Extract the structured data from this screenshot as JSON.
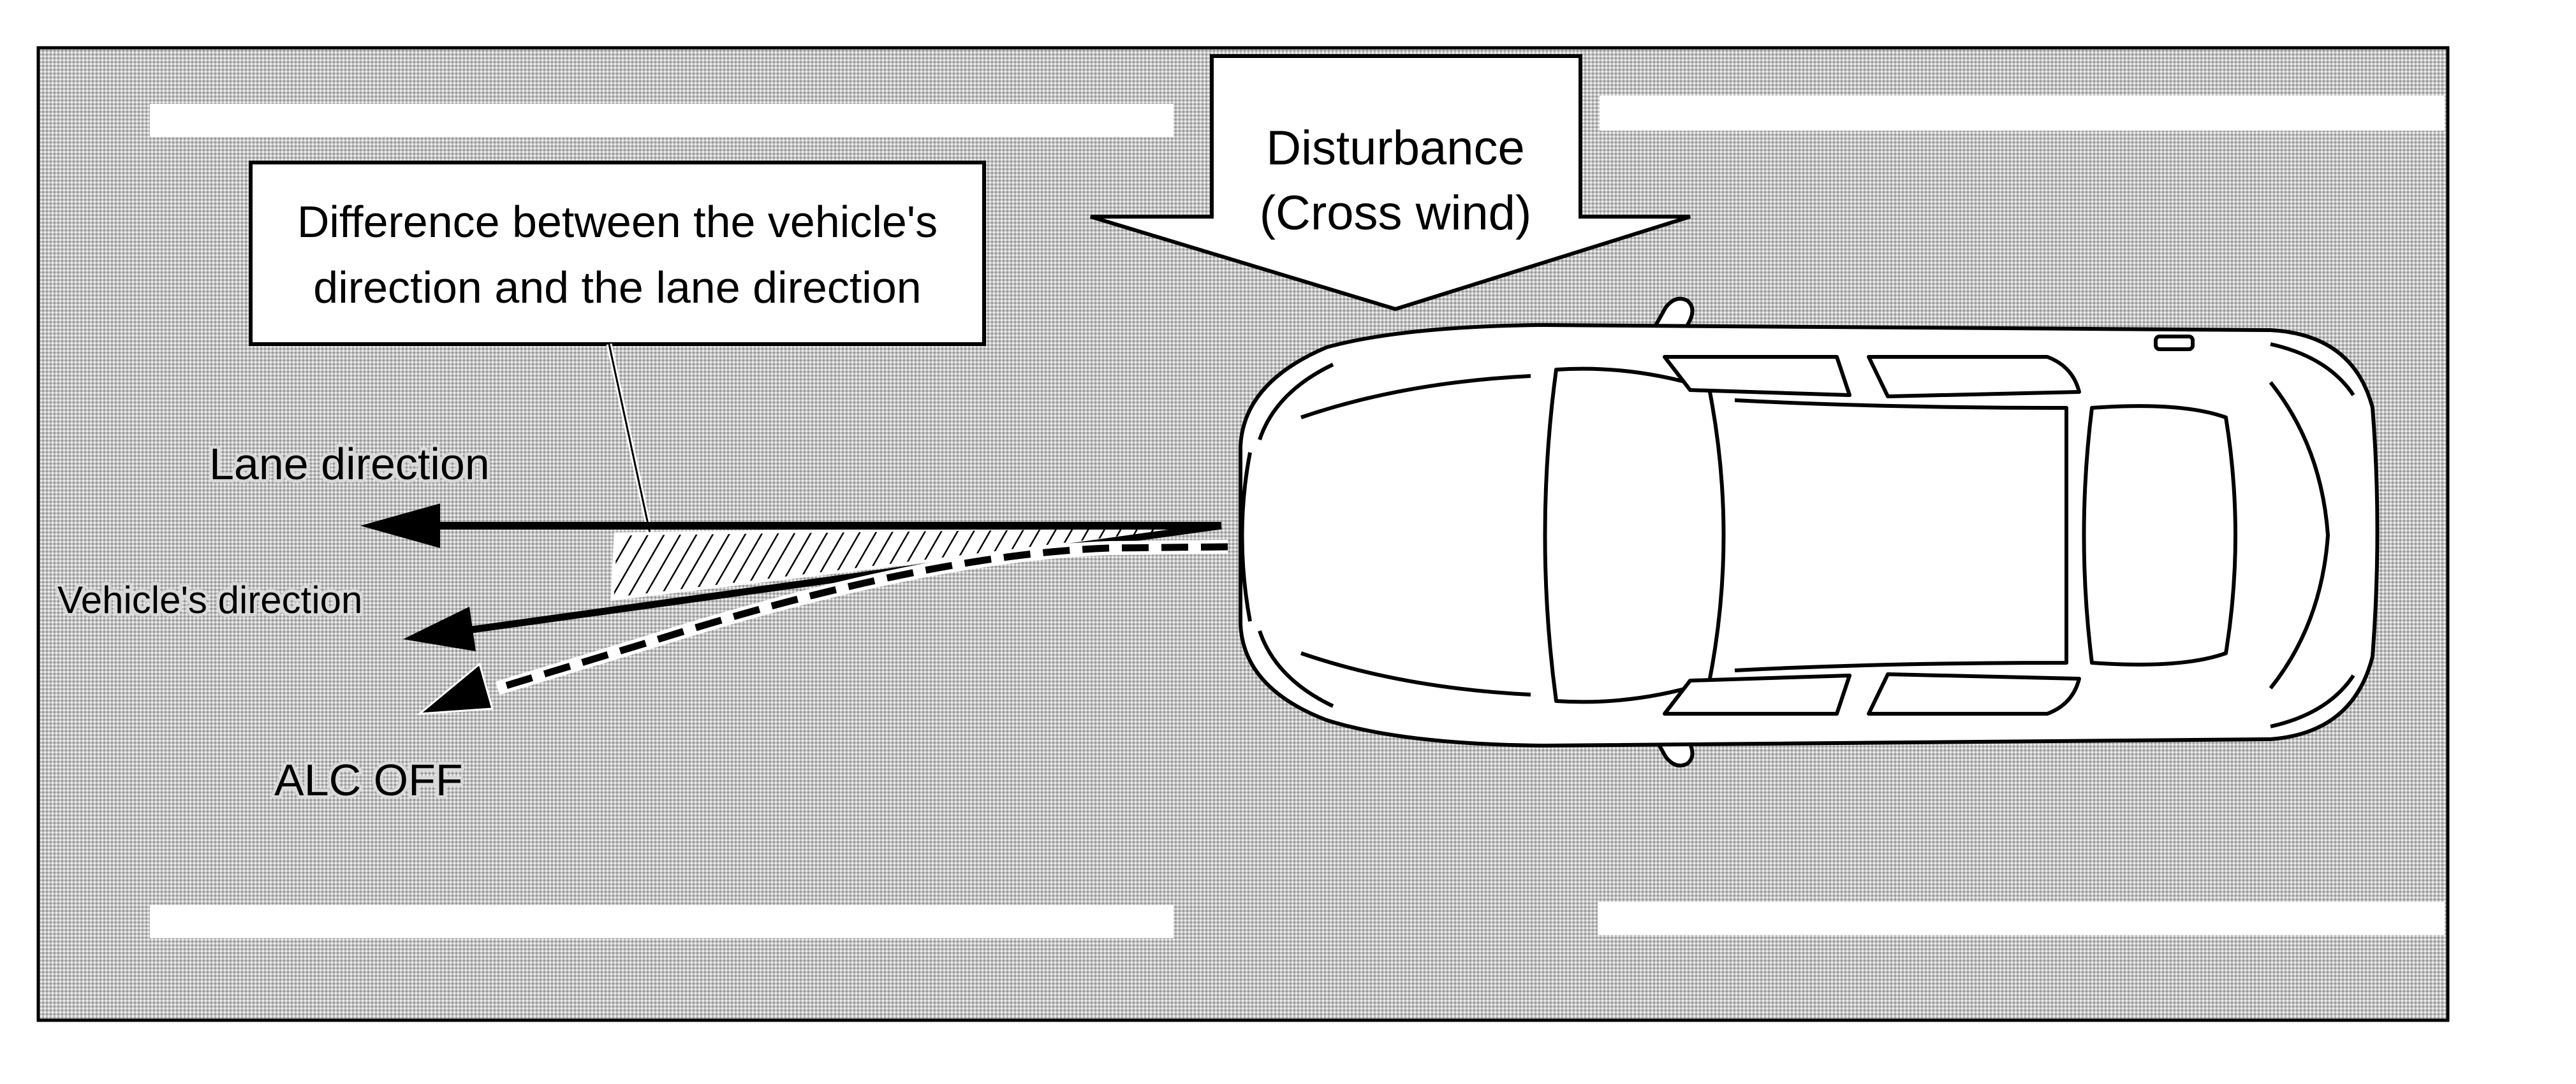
{
  "diagram": {
    "disturbance_title": "Disturbance",
    "disturbance_subtitle": "(Cross wind)",
    "difference_line1": "Difference between the vehicle's",
    "difference_line2": "direction and the lane direction",
    "lane_direction": "Lane direction",
    "vehicles_direction": "Vehicle's direction",
    "alc_off": "ALC OFF"
  },
  "colors": {
    "road": "#c8c8c8",
    "lane_marking": "#ffffff",
    "outline": "#000000"
  }
}
